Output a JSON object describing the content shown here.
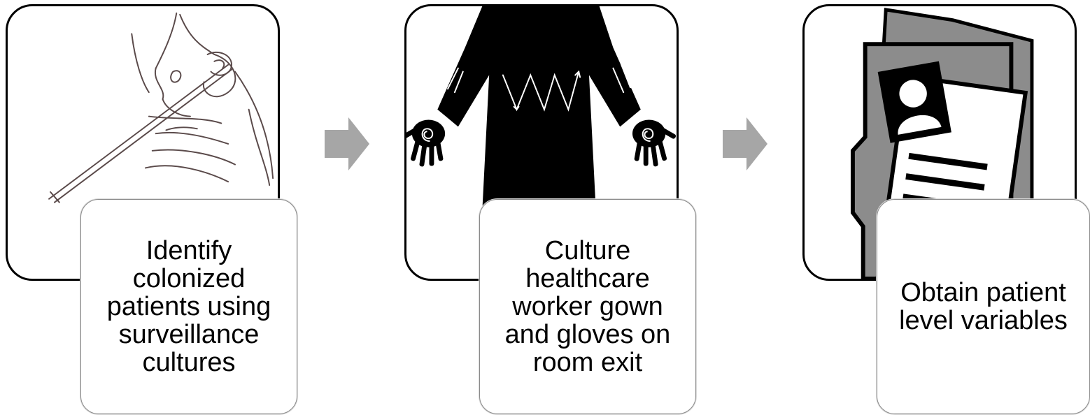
{
  "steps": [
    {
      "label": "Identify colonized patients using surveillance cultures",
      "image_icon": "nasal-swab-icon"
    },
    {
      "label": "Culture healthcare worker gown and gloves on room exit",
      "image_icon": "gown-gloves-icon"
    },
    {
      "label": "Obtain patient level variables",
      "image_icon": "patient-folder-icon"
    }
  ],
  "colors": {
    "arrow": "#a6a6a6",
    "border": "#000000",
    "folder": "#8c8c8c"
  }
}
